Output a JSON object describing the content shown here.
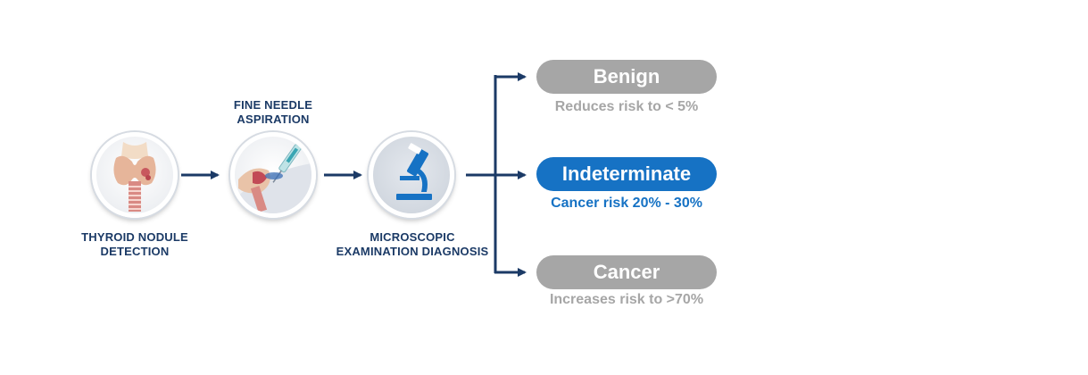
{
  "stages": [
    {
      "label": "THYROID NODULE\nDETECTION",
      "icon": "thyroid-gland-icon"
    },
    {
      "label": "FINE NEEDLE\nASPIRATION",
      "icon": "needle-aspiration-icon"
    },
    {
      "label": "MICROSCOPIC\nEXAMINATION DIAGNOSIS",
      "icon": "microscope-icon"
    }
  ],
  "outcomes": [
    {
      "title": "Benign",
      "subtitle": "Reduces risk to < 5%",
      "color": "#a6a6a6",
      "text_color": "#a6a6a6"
    },
    {
      "title": "Indeterminate",
      "subtitle": "Cancer risk 20% - 30%",
      "color": "#1672c4",
      "text_color": "#1672c4"
    },
    {
      "title": "Cancer",
      "subtitle": "Increases risk to >70%",
      "color": "#a6a6a6",
      "text_color": "#a6a6a6"
    }
  ],
  "colors": {
    "arrow": "#1b3a66",
    "label": "#1b3a66",
    "highlight": "#1672c4",
    "muted": "#a6a6a6"
  }
}
